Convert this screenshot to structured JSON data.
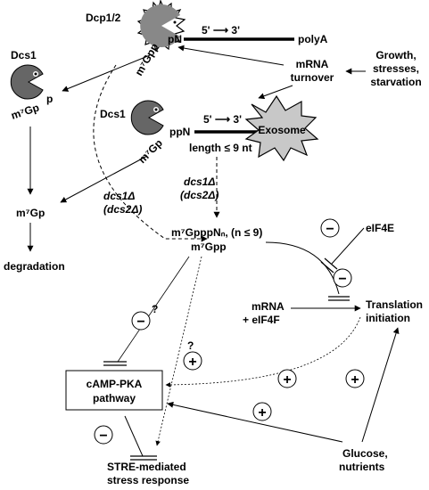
{
  "enzymes": {
    "dcp": "Dcp1/2",
    "dcs1_top": "Dcs1",
    "dcs1_mid": "Dcs1",
    "exosome": "Exosome"
  },
  "mrna": {
    "cap_top": "m⁷Gpp",
    "pn": "pN",
    "direction_top": "5' ⟶ 3'",
    "polya": "polyA",
    "turnover": [
      "mRNA",
      "turnover"
    ],
    "stimuli": [
      "Growth,",
      "stresses,",
      "starvation"
    ],
    "direction_mid": "5' ⟶ 3'",
    "cap_mid": "m⁷Gp",
    "ppn": "ppN",
    "length": "length ≤ 9 nt"
  },
  "products": {
    "m7gp_p_cap": "m⁷Gp",
    "m7gp_p_tail": "p",
    "m7gp": "m⁷Gp",
    "degradation": "degradation",
    "mutants_left": [
      "dcs1Δ",
      "(dcs2Δ)"
    ],
    "mutants_mid": [
      "dcs1Δ",
      "(dcs2Δ)"
    ],
    "cap_products": [
      "m⁷GpppNₙ, (n ≤ 9)",
      "m⁷Gpp"
    ]
  },
  "regulation": {
    "eif4e": "eIF4E",
    "mrna_eif4f": [
      "mRNA",
      "+ eIF4F"
    ],
    "translation": [
      "Translation",
      "initiation"
    ],
    "camp_pka": [
      "cAMP-PKA",
      "pathway"
    ],
    "glucose": [
      "Glucose,",
      "nutrients"
    ],
    "stre": [
      "STRE-mediated",
      "stress response"
    ],
    "question_marks": [
      "?",
      "?"
    ],
    "signs": {
      "minus": "−",
      "plus": "+"
    }
  }
}
